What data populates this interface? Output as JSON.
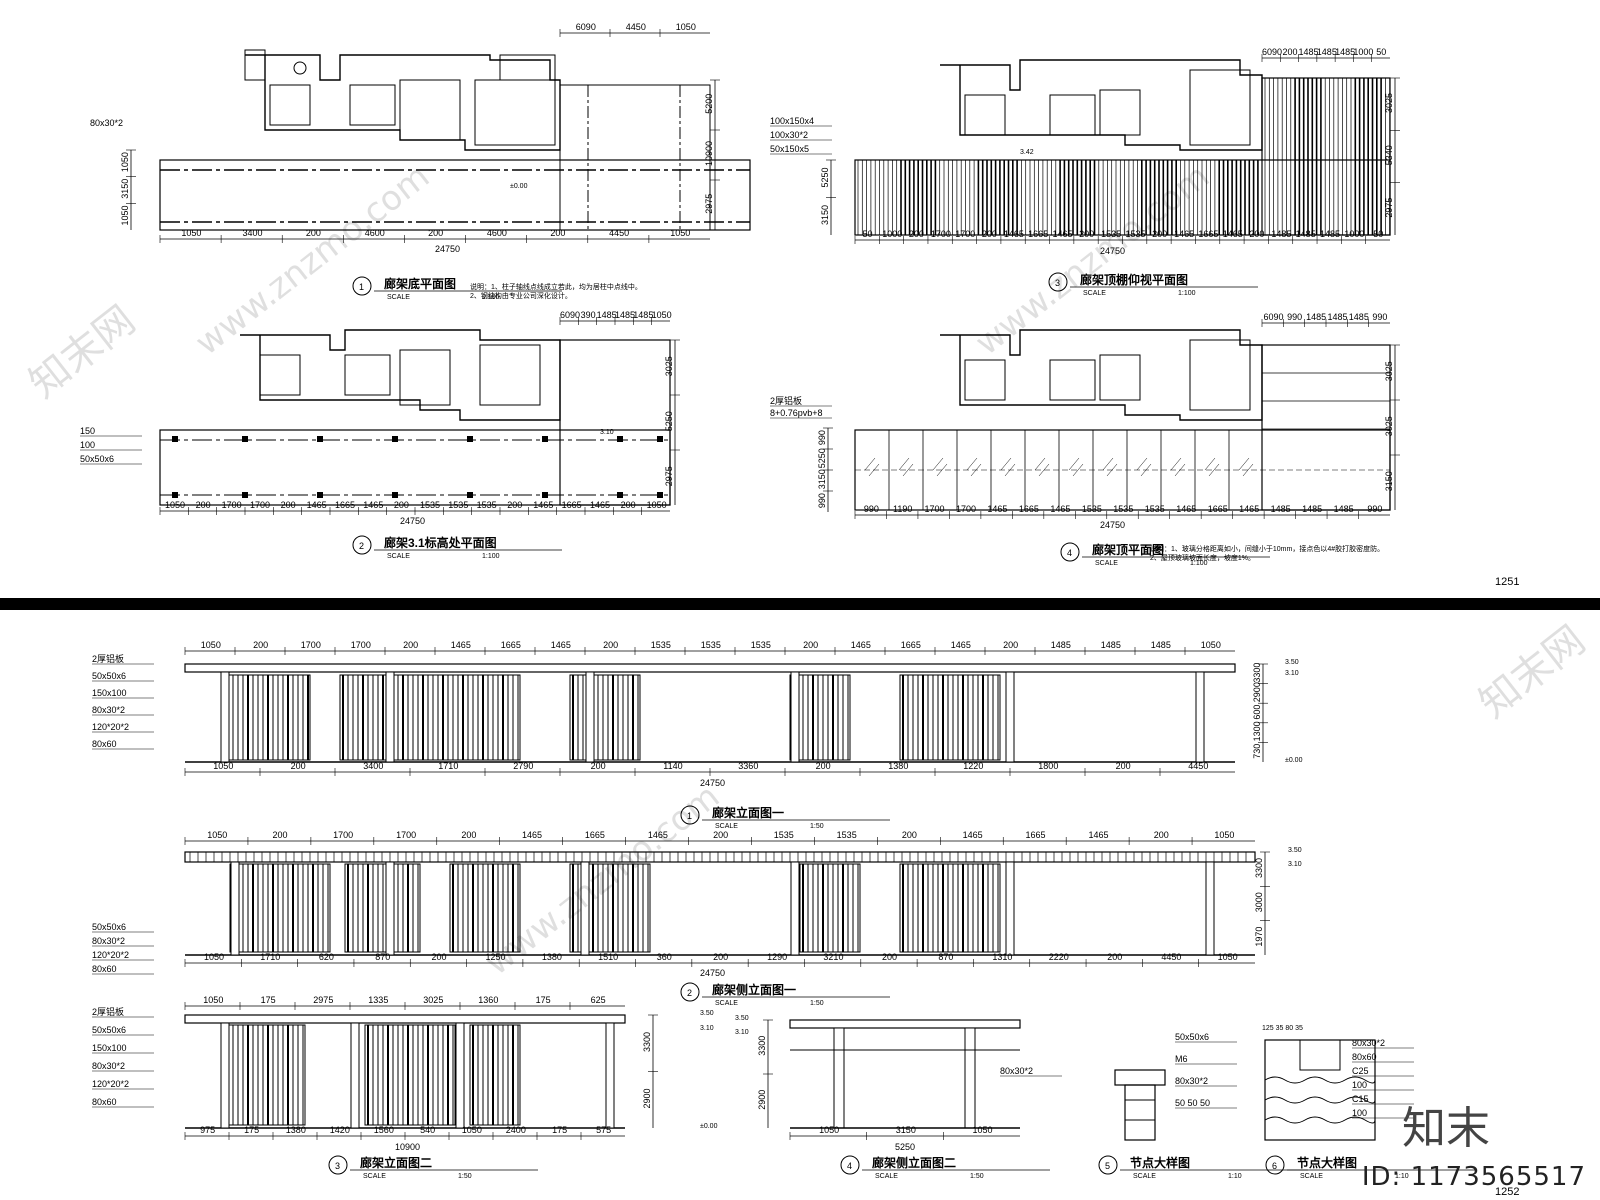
{
  "sheets": {
    "upper_number": "1251",
    "lower_number": "1252"
  },
  "plans": [
    {
      "no": "1",
      "title": "廊架底平面图",
      "scale": "1:100",
      "total": "24750",
      "top_dims": [
        "6090",
        "4450",
        "1050"
      ],
      "bottom_dims": [
        "1050",
        "3400",
        "200",
        "4600",
        "200",
        "4600",
        "200",
        "4450",
        "1050"
      ],
      "left_dims": [
        "1050",
        "3150",
        "1050"
      ],
      "right_dims": [
        "5200",
        "10900",
        "2975"
      ],
      "callouts": [
        "80x30*2",
        "±0.00"
      ],
      "note_1": "说明：1、柱子轴线点线成立若此，均为居柱中点线中。",
      "note_2": "2、钢结构由专业公司深化设计。"
    },
    {
      "no": "2",
      "title": "廊架3.1标高处平面图",
      "scale": "1:100",
      "total": "24750",
      "top_dims": [
        "6090",
        "390",
        "1485",
        "1485",
        "1485",
        "1050"
      ],
      "bottom_dims": [
        "1050",
        "200",
        "1700",
        "1700",
        "200",
        "1465",
        "1665",
        "1465",
        "200",
        "1535",
        "1535",
        "1535",
        "200",
        "1465",
        "1665",
        "1465",
        "200",
        "1050"
      ],
      "left_dims": [
        "150",
        "100",
        "50x50x6"
      ],
      "right_dims": [
        "3025",
        "5250",
        "2975"
      ],
      "callouts": [
        "3.10"
      ]
    },
    {
      "no": "3",
      "title": "廊架顶棚仰视平面图",
      "scale": "1:100",
      "total": "24750",
      "top_dims": [
        "6090",
        "200",
        "1485",
        "1485",
        "1485",
        "1000",
        "50"
      ],
      "bottom_dims": [
        "50",
        "1000",
        "200",
        "1700",
        "1700",
        "200",
        "1465",
        "1665",
        "1465",
        "200",
        "1535",
        "1535",
        "200",
        "1465",
        "1665",
        "1465",
        "200",
        "1485",
        "1485",
        "1485",
        "1000",
        "50"
      ],
      "left_dims": [
        "5250",
        "3150"
      ],
      "right_dims": [
        "3025",
        "5340",
        "2975"
      ],
      "callouts": [
        "100x150x4",
        "100x30*2",
        "50x150x5",
        "3.42"
      ]
    },
    {
      "no": "4",
      "title": "廊架顶平面图",
      "scale": "1:100",
      "total": "24750",
      "top_dims": [
        "6090",
        "990",
        "1485",
        "1485",
        "1485",
        "990"
      ],
      "bottom_dims": [
        "990",
        "1190",
        "1700",
        "1700",
        "1465",
        "1665",
        "1465",
        "1535",
        "1535",
        "1535",
        "1465",
        "1665",
        "1465",
        "1485",
        "1485",
        "1485",
        "990"
      ],
      "left_dims": [
        "990",
        "5250",
        "3150",
        "990"
      ],
      "right_dims": [
        "3025",
        "3025",
        "3150"
      ],
      "callouts": [
        "2厚铝板",
        "8+0.76pvb+8"
      ],
      "note_1": "说明：1、玻璃分格距离如小，间缝小于10mm，接点色以4#胶打胶密度防。",
      "note_2": "2、屋顶玻璃坡面长度，坡度1%。"
    }
  ],
  "elevations": [
    {
      "no": "1",
      "title": "廊架立面图一",
      "scale": "1:50",
      "total": "24750",
      "top_dims": [
        "1050",
        "200",
        "1700",
        "1700",
        "200",
        "1465",
        "1665",
        "1465",
        "200",
        "1535",
        "1535",
        "1535",
        "200",
        "1465",
        "1665",
        "1465",
        "200",
        "1485",
        "1485",
        "1485",
        "1050"
      ],
      "bottom_dims": [
        "1050",
        "200",
        "3400",
        "1710",
        "2790",
        "200",
        "1140",
        "3360",
        "200",
        "1380",
        "1220",
        "1800",
        "200",
        "4450"
      ],
      "levels": [
        "3.50",
        "3.10",
        "±0.00"
      ],
      "heights": [
        "3300",
        "2900",
        "600",
        "1300",
        "730"
      ],
      "callouts": [
        "2厚铝板",
        "50x50x6",
        "150x100",
        "80x30*2",
        "120*20*2",
        "80x60"
      ]
    },
    {
      "no": "2",
      "title": "廊架侧立面图一",
      "scale": "1:50",
      "total": "24750",
      "top_dims": [
        "1050",
        "200",
        "1700",
        "1700",
        "200",
        "1465",
        "1665",
        "1465",
        "200",
        "1535",
        "1535",
        "200",
        "1465",
        "1665",
        "1465",
        "200",
        "1050"
      ],
      "bottom_dims": [
        "1050",
        "1710",
        "620",
        "870",
        "200",
        "1250",
        "1380",
        "1510",
        "360",
        "200",
        "1290",
        "3210",
        "200",
        "870",
        "1310",
        "2220",
        "200",
        "4450",
        "1050"
      ],
      "levels": [
        "3.50",
        "3.10"
      ],
      "heights": [
        "3300",
        "3000",
        "1970"
      ],
      "callouts": [
        "50x50x6",
        "80x30*2",
        "120*20*2",
        "80x60"
      ]
    },
    {
      "no": "3",
      "title": "廊架立面图二",
      "scale": "1:50",
      "total": "10900",
      "top_dims": [
        "1050",
        "175",
        "2975",
        "1335",
        "3025",
        "1360",
        "175",
        "625"
      ],
      "bottom_dims": [
        "975",
        "175",
        "1380",
        "1420",
        "1560",
        "540",
        "1050",
        "2400",
        "175",
        "575"
      ],
      "levels": [
        "3.50",
        "3.10",
        "±0.00"
      ],
      "heights": [
        "3300",
        "2900"
      ],
      "callouts": [
        "2厚铝板",
        "50x50x6",
        "150x100",
        "80x30*2",
        "120*20*2",
        "80x60"
      ]
    },
    {
      "no": "4",
      "title": "廊架侧立面图二",
      "scale": "1:50",
      "total": "5250",
      "bottom_dims": [
        "1050",
        "3150",
        "1050"
      ],
      "levels": [
        "3.50",
        "3.10"
      ],
      "heights": [
        "3300",
        "2900"
      ],
      "callouts": [
        "80x30*2"
      ]
    }
  ],
  "details": [
    {
      "no": "5",
      "title": "节点大样图",
      "scale": "1:10",
      "callouts": [
        "50x50x6",
        "M6",
        "80x30*2",
        "50 50 50"
      ]
    },
    {
      "no": "6",
      "title": "节点大样图",
      "scale": "1:10",
      "callouts": [
        "125",
        "35",
        "80",
        "35",
        "80x30*2",
        "80x60",
        "C25",
        "100",
        "C15",
        "100"
      ]
    }
  ],
  "watermark": {
    "site": "www.znzmo.com",
    "brand": "知末网",
    "logo": "知末",
    "id_text": "ID: 1173565517"
  },
  "colors": {
    "line": "#000000",
    "background": "#ffffff",
    "divider": "#000000"
  }
}
